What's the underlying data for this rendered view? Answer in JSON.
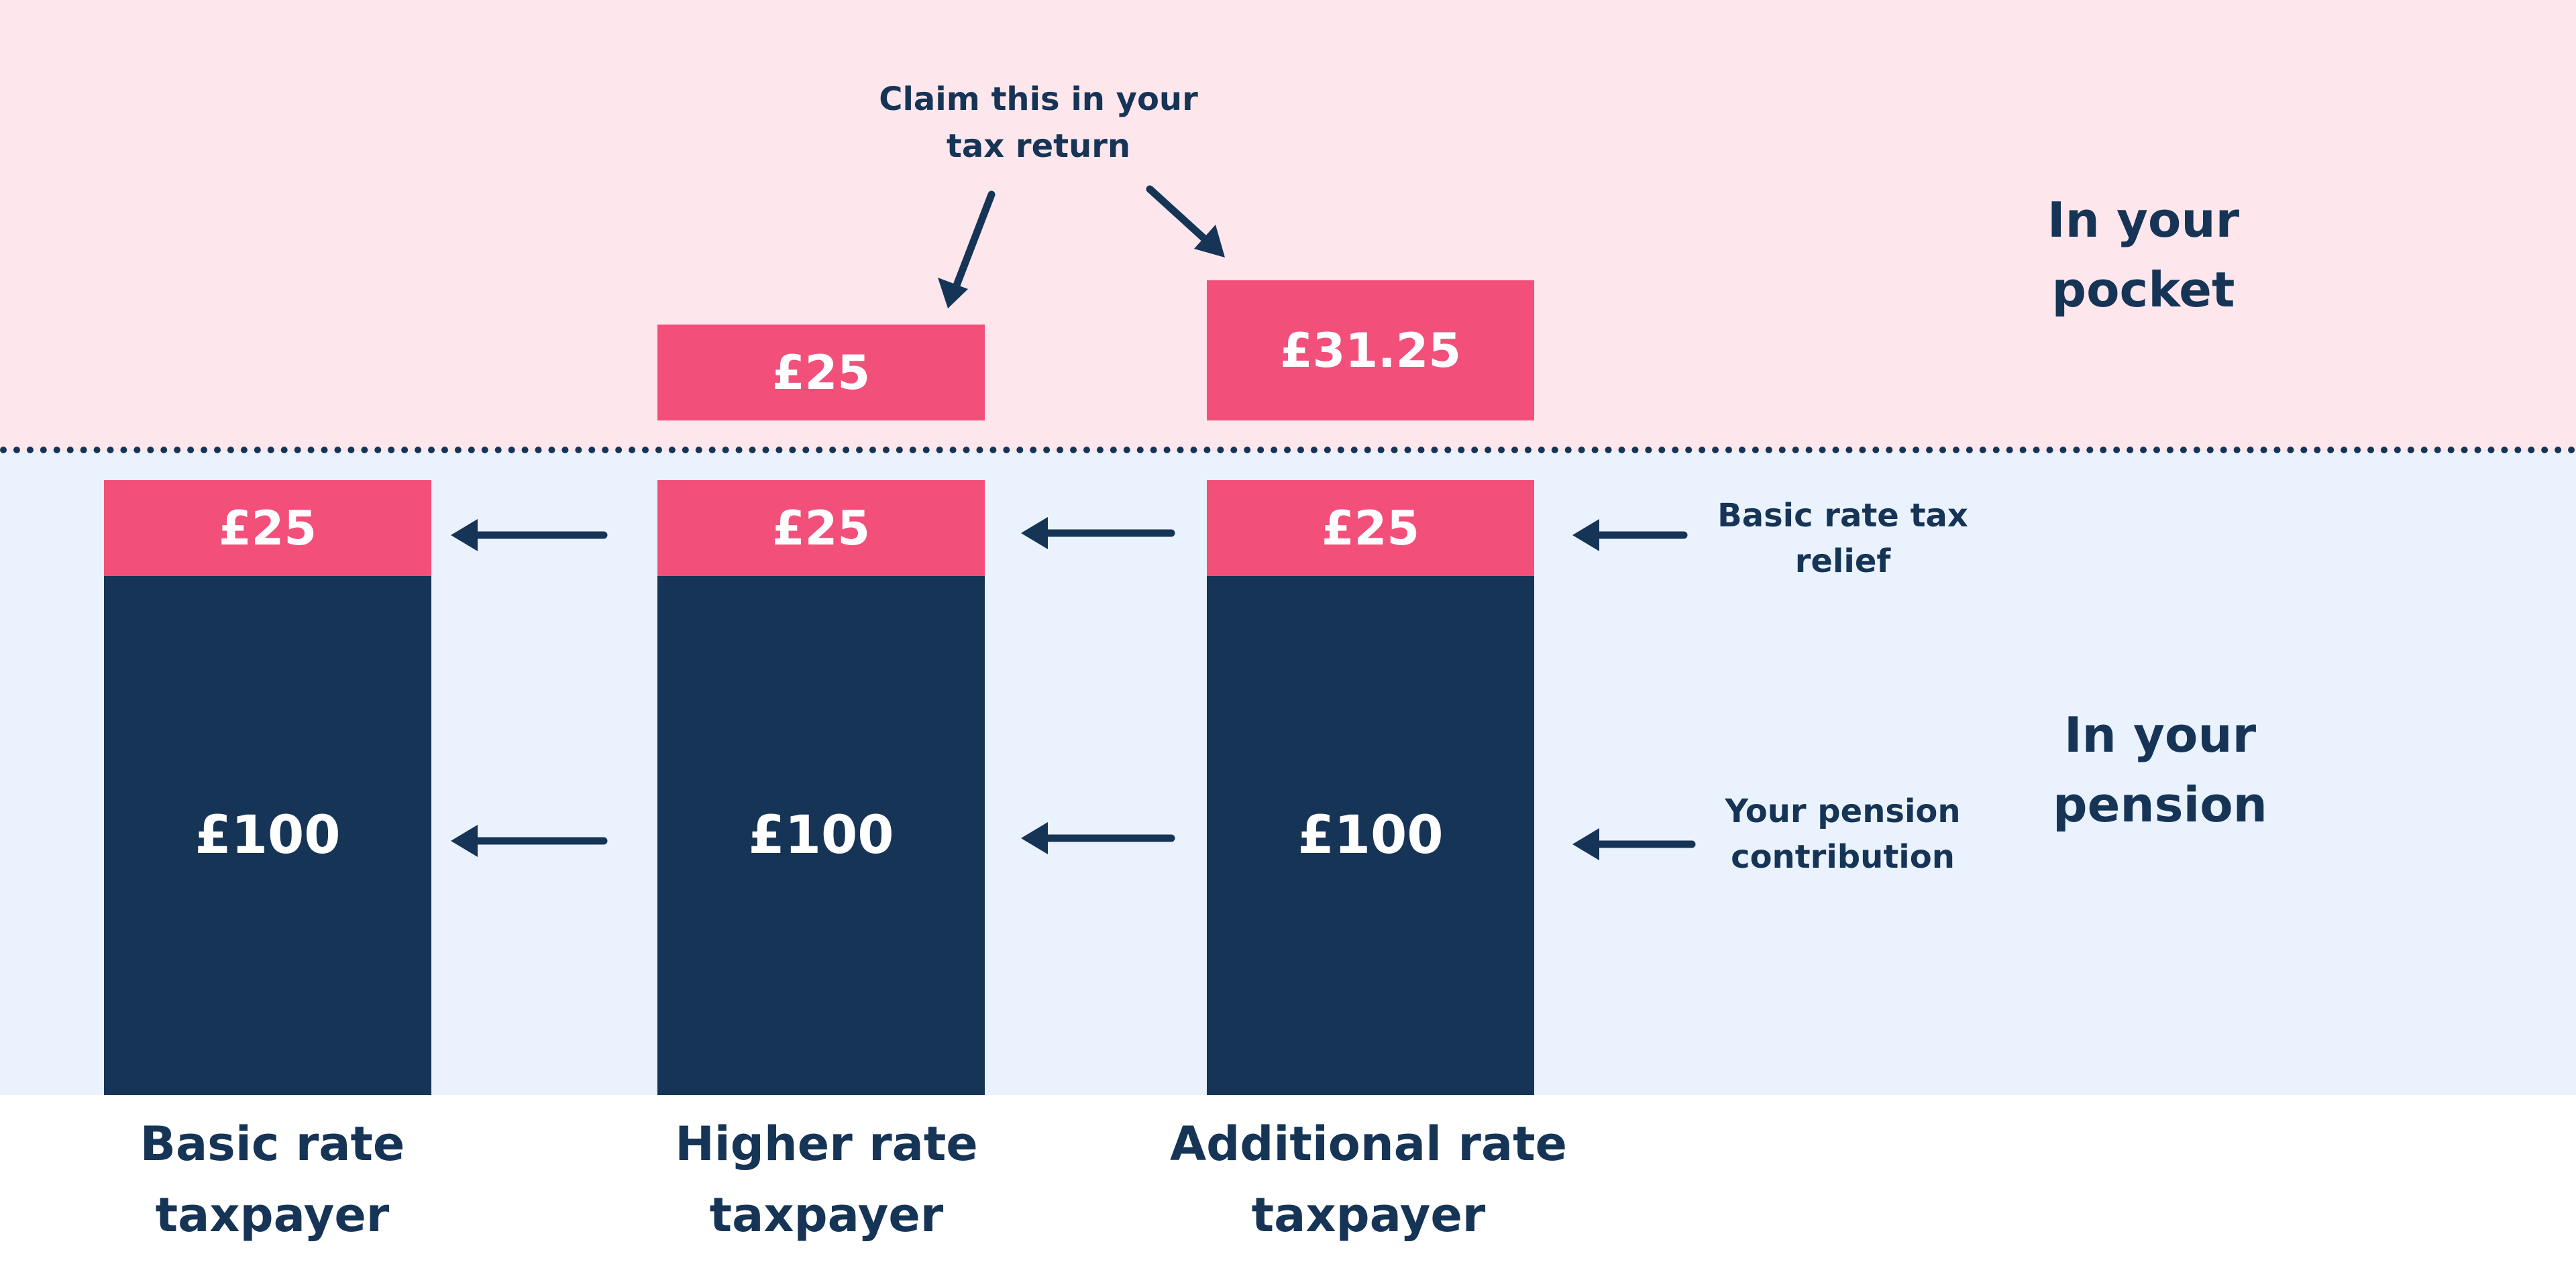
{
  "zones": {
    "pocket_label": "In your pocket",
    "pension_label": "In your pension"
  },
  "annotations": {
    "claim_label": "Claim this in your tax return",
    "basic_relief_label": "Basic rate tax relief",
    "contribution_label": "Your pension contribution"
  },
  "columns": [
    {
      "label": "Basic rate taxpayer",
      "pocket_value": "",
      "relief_value": "£25",
      "contribution_value": "£100"
    },
    {
      "label": "Higher rate taxpayer",
      "pocket_value": "£25",
      "relief_value": "£25",
      "contribution_value": "£100"
    },
    {
      "label": "Additional rate taxpayer",
      "pocket_value": "£31.25",
      "relief_value": "£25",
      "contribution_value": "£100"
    }
  ],
  "colors": {
    "pocket_background": "#fde6ec",
    "pension_background": "#e9f2fd",
    "relief_pink": "#f34f7b",
    "contribution_navy": "#163456"
  }
}
